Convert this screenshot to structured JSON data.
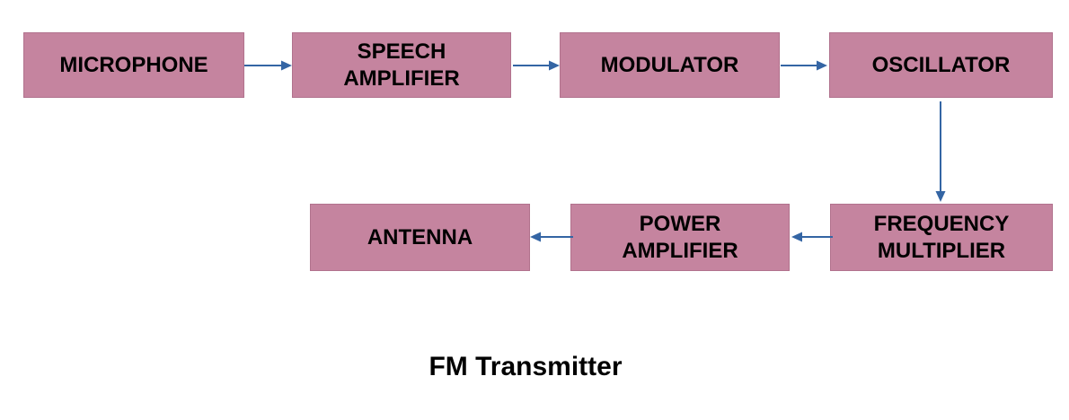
{
  "diagram": {
    "title": "FM Transmitter",
    "colors": {
      "box_fill": "#c5849f",
      "box_border": "#b1728d",
      "arrow": "#3465a4",
      "text": "#000000",
      "background": "#ffffff"
    },
    "blocks": [
      {
        "id": "microphone",
        "label": "MICROPHONE"
      },
      {
        "id": "speech-amplifier",
        "label": "SPEECH AMPLIFIER"
      },
      {
        "id": "modulator",
        "label": "MODULATOR"
      },
      {
        "id": "oscillator",
        "label": "OSCILLATOR"
      },
      {
        "id": "frequency-multiplier",
        "label": "FREQUENCY MULTIPLIER"
      },
      {
        "id": "power-amplifier",
        "label": "POWER AMPLIFIER"
      },
      {
        "id": "antenna",
        "label": "ANTENNA"
      }
    ],
    "connections": [
      {
        "from": "microphone",
        "to": "speech-amplifier",
        "direction": "right"
      },
      {
        "from": "speech-amplifier",
        "to": "modulator",
        "direction": "right"
      },
      {
        "from": "modulator",
        "to": "oscillator",
        "direction": "right"
      },
      {
        "from": "oscillator",
        "to": "frequency-multiplier",
        "direction": "down"
      },
      {
        "from": "frequency-multiplier",
        "to": "power-amplifier",
        "direction": "left"
      },
      {
        "from": "power-amplifier",
        "to": "antenna",
        "direction": "left"
      }
    ]
  }
}
